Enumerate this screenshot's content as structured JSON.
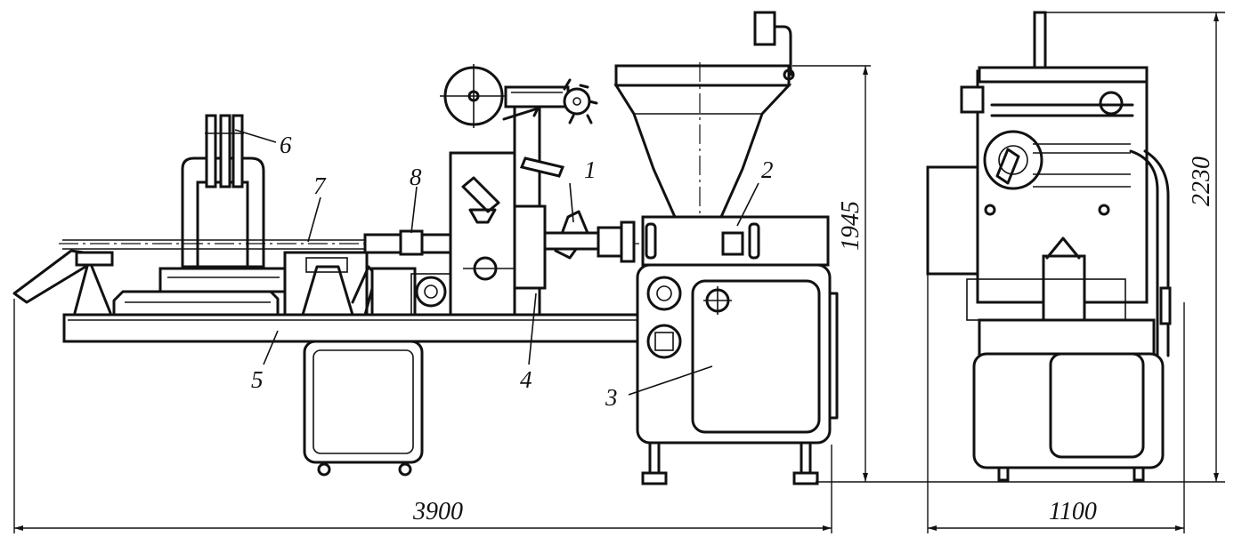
{
  "labels": {
    "l1": "1",
    "l2": "2",
    "l3": "3",
    "l4": "4",
    "l5": "5",
    "l6": "6",
    "l7": "7",
    "l8": "8"
  },
  "dimensions": {
    "length": "3900",
    "height": "1945",
    "width": "1100",
    "total_height": "2230"
  }
}
